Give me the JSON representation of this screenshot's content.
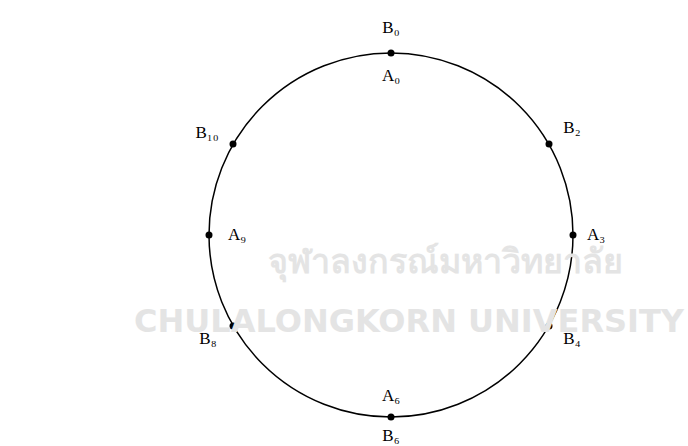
{
  "diagram": {
    "labels": [
      "B₀",
      "A₀",
      "B₁₀",
      "B₂",
      "A₉",
      "A₃",
      "B₈",
      "B₄",
      "A₆",
      "B₆",
      "จุฬาลงกรณ์มหาวิทยาลัย",
      "CHULALONGKORN UNIVERSITY"
    ]
  }
}
